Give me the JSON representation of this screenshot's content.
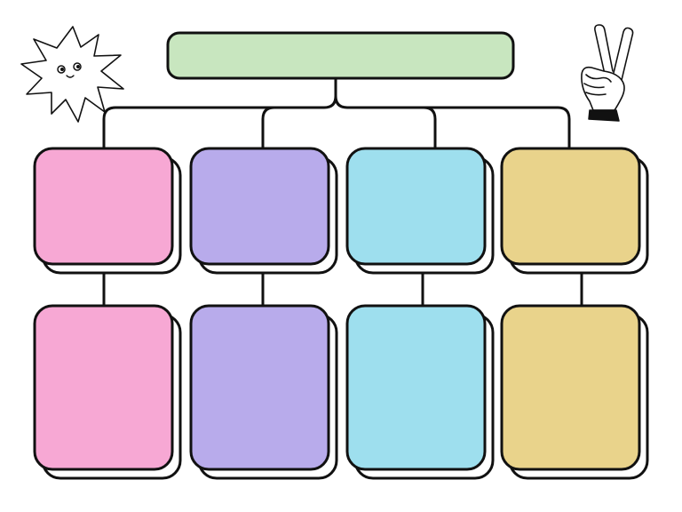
{
  "colors": {
    "outline": "#111111",
    "background": "#ffffff",
    "top_box": "#c8e6bf",
    "columns": [
      "#f7a8d4",
      "#b8abeb",
      "#9edfee",
      "#e9d38b"
    ]
  },
  "top_box": {
    "text": ""
  },
  "columns": [
    {
      "color_name": "pink",
      "top_text": "",
      "bottom_text": ""
    },
    {
      "color_name": "purple",
      "top_text": "",
      "bottom_text": ""
    },
    {
      "color_name": "blue",
      "top_text": "",
      "bottom_text": ""
    },
    {
      "color_name": "yellow",
      "top_text": "",
      "bottom_text": ""
    }
  ],
  "decorations": {
    "left": "smiling-star-icon",
    "right": "peace-sign-hand-icon"
  }
}
